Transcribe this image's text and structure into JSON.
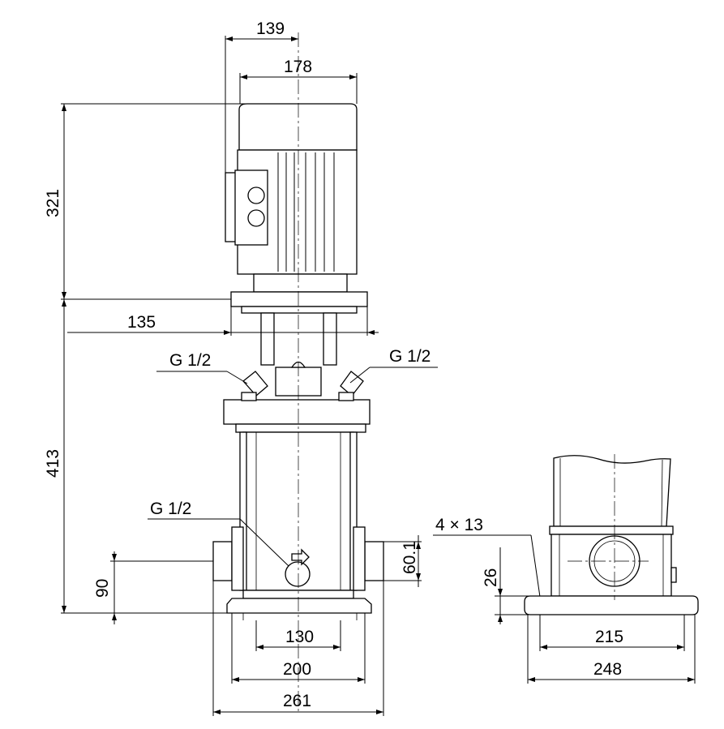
{
  "colors": {
    "line": "#000000",
    "background": "#ffffff"
  },
  "dimensions": {
    "d139": "139",
    "d178": "178",
    "d321": "321",
    "d135": "135",
    "d413": "413",
    "d90": "90",
    "d60_1": "60.1",
    "d130": "130",
    "d200": "200",
    "d261": "261",
    "d26": "26",
    "d215": "215",
    "d248": "248"
  },
  "labels": {
    "g_left": "G 1/2",
    "g_right": "G 1/2",
    "g_lower": "G 1/2",
    "holes": "4 × 13"
  }
}
